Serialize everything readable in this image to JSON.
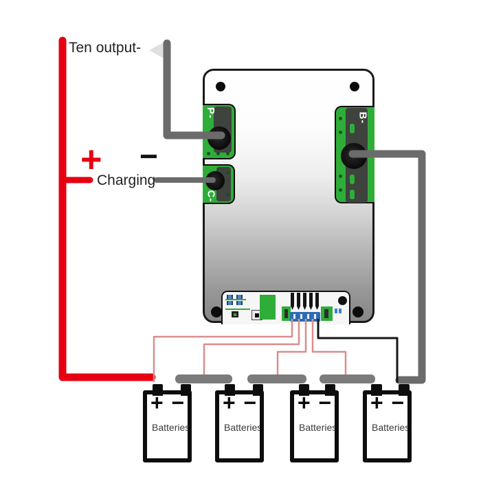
{
  "diagram": {
    "output_label": "Ten output-",
    "charging": {
      "plus": "+",
      "minus": "−",
      "label": "Charging"
    },
    "board": {
      "terminals": [
        {
          "label": "P-"
        },
        {
          "label": "C-"
        },
        {
          "label": "B-"
        }
      ]
    },
    "batteries": [
      {
        "plus": "+",
        "minus": "−",
        "label": "Batteries"
      },
      {
        "plus": "+",
        "minus": "−",
        "label": "Batteries"
      },
      {
        "plus": "+",
        "minus": "−",
        "label": "Batteries"
      },
      {
        "plus": "+",
        "minus": "−",
        "label": "Batteries"
      }
    ],
    "wires": [
      {
        "name": "output-negative-wire",
        "color": "#6b6b6b",
        "from": "P-",
        "to": "Ten output-"
      },
      {
        "name": "charge-negative-wire",
        "color": "#6b6b6b",
        "from": "C-",
        "to": "Charging −"
      },
      {
        "name": "pack-negative-wire",
        "color": "#6b6b6b",
        "from": "B-",
        "to": "battery-4 −"
      },
      {
        "name": "pack-positive-wire",
        "color": "#e60012",
        "from": "Charging +",
        "to": "battery-1 +"
      },
      {
        "name": "balance-wires",
        "color": "#d98d8d / #161616",
        "from": "balance-connector",
        "to": "battery junctions"
      }
    ],
    "colors": {
      "wire_red": "#e60012",
      "wire_gray": "#6b6b6b",
      "balance_wire_red": "#d98d8d",
      "balance_wire_black": "#161616",
      "pcb_green": "#2fad39",
      "pcb_dark": "#3e433e",
      "jumper_gray": "#7b7b7b",
      "arrowhead_gray": "#e0e0e0"
    }
  }
}
